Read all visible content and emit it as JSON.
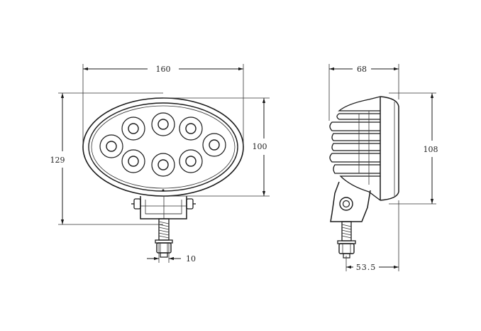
{
  "dimensions": {
    "front_width": "160",
    "front_height_total": "129",
    "front_lens_height": "100",
    "bolt_width": "10",
    "side_depth": "68",
    "side_height": "108",
    "side_mount_offset": "53.5"
  },
  "colors": {
    "line": "#1a1a1a",
    "background": "#ffffff"
  }
}
